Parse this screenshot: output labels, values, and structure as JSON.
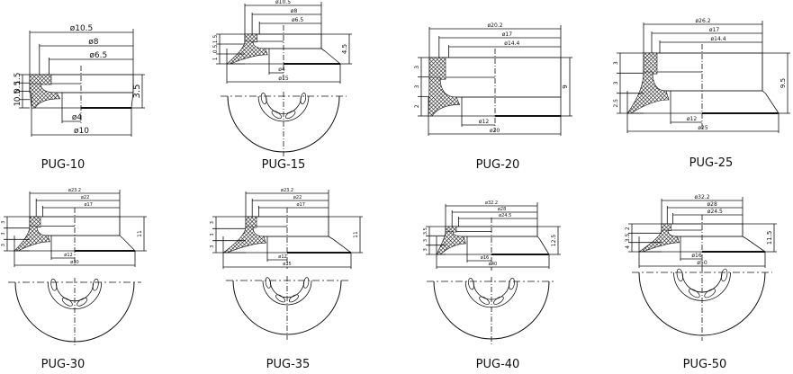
{
  "colors": {
    "line": "#111111",
    "background": "#ffffff"
  },
  "panels": [
    {
      "label": "PUG-10",
      "top_dims": [
        "ø10.5",
        "ø8",
        "ø6.5"
      ],
      "bottom_dims": [
        "ø4",
        "ø10"
      ],
      "left_dims": [
        "1.5",
        "0.5",
        "0.5",
        "1"
      ],
      "right_dim": "3.5",
      "bottom_view": false
    },
    {
      "label": "PUG-15",
      "top_dims": [
        "ø10.5",
        "ø8",
        "ø6.5"
      ],
      "bottom_dims": [
        "ø4",
        "ø15"
      ],
      "left_dims": [
        "1.5",
        "0.5",
        "1"
      ],
      "right_dim": "4.5",
      "bottom_view": true
    },
    {
      "label": "PUG-20",
      "top_dims": [
        "ø20.2",
        "ø17",
        "ø14.4"
      ],
      "bottom_dims": [
        "ø12",
        "ø20"
      ],
      "left_dims": [
        "3",
        "3",
        "2"
      ],
      "right_dim": "9",
      "bottom_view": false
    },
    {
      "label": "PUG-25",
      "top_dims": [
        "ø26.2",
        "ø17",
        "ø14.4"
      ],
      "bottom_dims": [
        "ø12",
        "ø25"
      ],
      "left_dims": [
        "3",
        "3",
        "2.5"
      ],
      "right_dim": "9.5",
      "bottom_view": false
    },
    {
      "label": "PUG-30",
      "top_dims": [
        "ø23.2",
        "ø22",
        "ø17"
      ],
      "bottom_dims": [
        "ø12",
        "ø30"
      ],
      "left_dims": [
        "3",
        "3",
        "3"
      ],
      "right_dim": "11",
      "bottom_view": true
    },
    {
      "label": "PUG-35",
      "top_dims": [
        "ø23.2",
        "ø22",
        "ø17"
      ],
      "bottom_dims": [
        "ø12",
        "ø35"
      ],
      "left_dims": [
        "3",
        "3",
        "3"
      ],
      "right_dim": "11",
      "bottom_view": true
    },
    {
      "label": "PUG-40",
      "top_dims": [
        "ø32.2",
        "ø28",
        "ø24.5"
      ],
      "bottom_dims": [
        "ø16",
        "ø40"
      ],
      "left_dims": [
        "3.5",
        "3",
        "3"
      ],
      "right_dim": "12.5",
      "bottom_view": true
    },
    {
      "label": "PUG-50",
      "top_dims": [
        "ø32.2",
        "ø28",
        "ø24.5"
      ],
      "bottom_dims": [
        "ø16",
        "ø50"
      ],
      "left_dims": [
        "2",
        "3.5",
        "4"
      ],
      "right_dim": "11.5",
      "bottom_view": true
    }
  ]
}
